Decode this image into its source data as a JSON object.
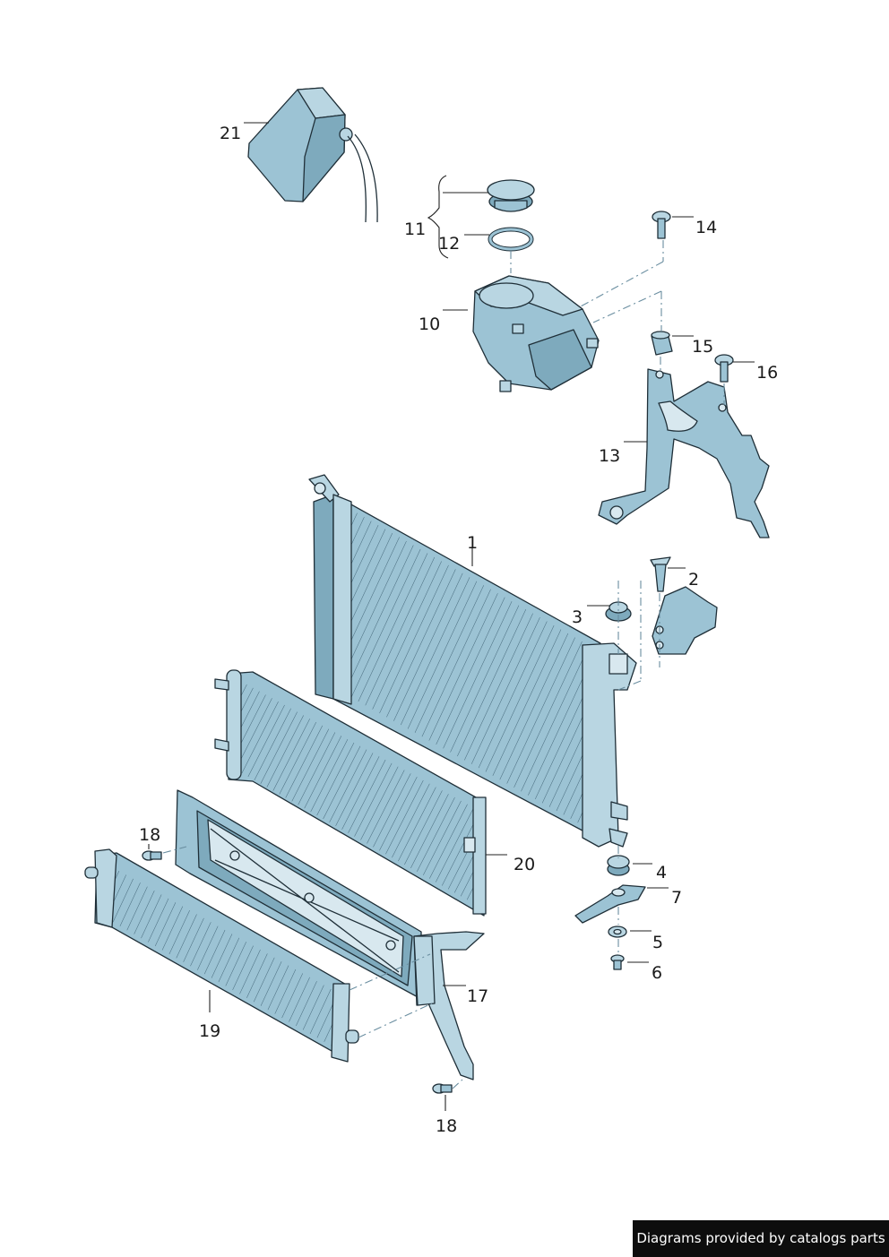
{
  "labels": {
    "p1": "1",
    "p2": "2",
    "p3": "3",
    "p4": "4",
    "p5": "5",
    "p6": "6",
    "p7": "7",
    "p10": "10",
    "p11": "11",
    "p12": "12",
    "p13": "13",
    "p14": "14",
    "p15": "15",
    "p16": "16",
    "p17": "17",
    "p18a": "18",
    "p18b": "18",
    "p19": "19",
    "p20": "20",
    "p21": "21"
  },
  "footer": {
    "text": "Diagrams provided by catalogs parts"
  },
  "colors": {
    "part_fill": "#9cc3d4",
    "part_shade": "#7eaabd",
    "outline": "#1f2f38",
    "footer_bg": "#0d0d0d"
  }
}
